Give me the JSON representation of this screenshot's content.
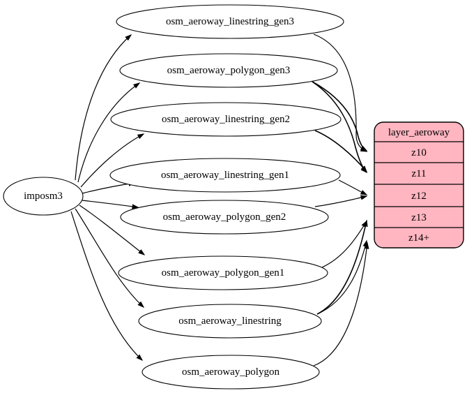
{
  "diagram": {
    "type": "etl-dependency-graph",
    "source": {
      "label": "imposm3"
    },
    "tables": [
      {
        "id": "osm_aeroway_linestring_gen3",
        "label": "osm_aeroway_linestring_gen3"
      },
      {
        "id": "osm_aeroway_polygon_gen3",
        "label": "osm_aeroway_polygon_gen3"
      },
      {
        "id": "osm_aeroway_linestring_gen2",
        "label": "osm_aeroway_linestring_gen2"
      },
      {
        "id": "osm_aeroway_linestring_gen1",
        "label": "osm_aeroway_linestring_gen1"
      },
      {
        "id": "osm_aeroway_polygon_gen2",
        "label": "osm_aeroway_polygon_gen2"
      },
      {
        "id": "osm_aeroway_polygon_gen1",
        "label": "osm_aeroway_polygon_gen1"
      },
      {
        "id": "osm_aeroway_linestring",
        "label": "osm_aeroway_linestring"
      },
      {
        "id": "osm_aeroway_polygon",
        "label": "osm_aeroway_polygon"
      }
    ],
    "layer": {
      "title": "layer_aeroway",
      "rows": [
        {
          "label": "z10"
        },
        {
          "label": "z11"
        },
        {
          "label": "z12"
        },
        {
          "label": "z13"
        },
        {
          "label": "z14+"
        }
      ]
    },
    "edges": {
      "from_source": [
        "osm_aeroway_linestring_gen3",
        "osm_aeroway_polygon_gen3",
        "osm_aeroway_linestring_gen2",
        "osm_aeroway_linestring_gen1",
        "osm_aeroway_polygon_gen2",
        "osm_aeroway_polygon_gen1",
        "osm_aeroway_linestring",
        "osm_aeroway_polygon"
      ],
      "to_layer": [
        {
          "from": "osm_aeroway_linestring_gen3",
          "to": "z10"
        },
        {
          "from": "osm_aeroway_polygon_gen3",
          "to": "z10"
        },
        {
          "from": "osm_aeroway_polygon_gen3",
          "to": "z11"
        },
        {
          "from": "osm_aeroway_linestring_gen2",
          "to": "z11"
        },
        {
          "from": "osm_aeroway_linestring_gen1",
          "to": "z12"
        },
        {
          "from": "osm_aeroway_polygon_gen2",
          "to": "z12"
        },
        {
          "from": "osm_aeroway_polygon_gen1",
          "to": "z13"
        },
        {
          "from": "osm_aeroway_linestring",
          "to": "z13"
        },
        {
          "from": "osm_aeroway_linestring",
          "to": "z14+"
        },
        {
          "from": "osm_aeroway_polygon",
          "to": "z14+"
        }
      ]
    },
    "colors": {
      "layer_fill": "#ffb6c1",
      "table_fill": "#ffffff",
      "stroke": "#000000"
    }
  }
}
